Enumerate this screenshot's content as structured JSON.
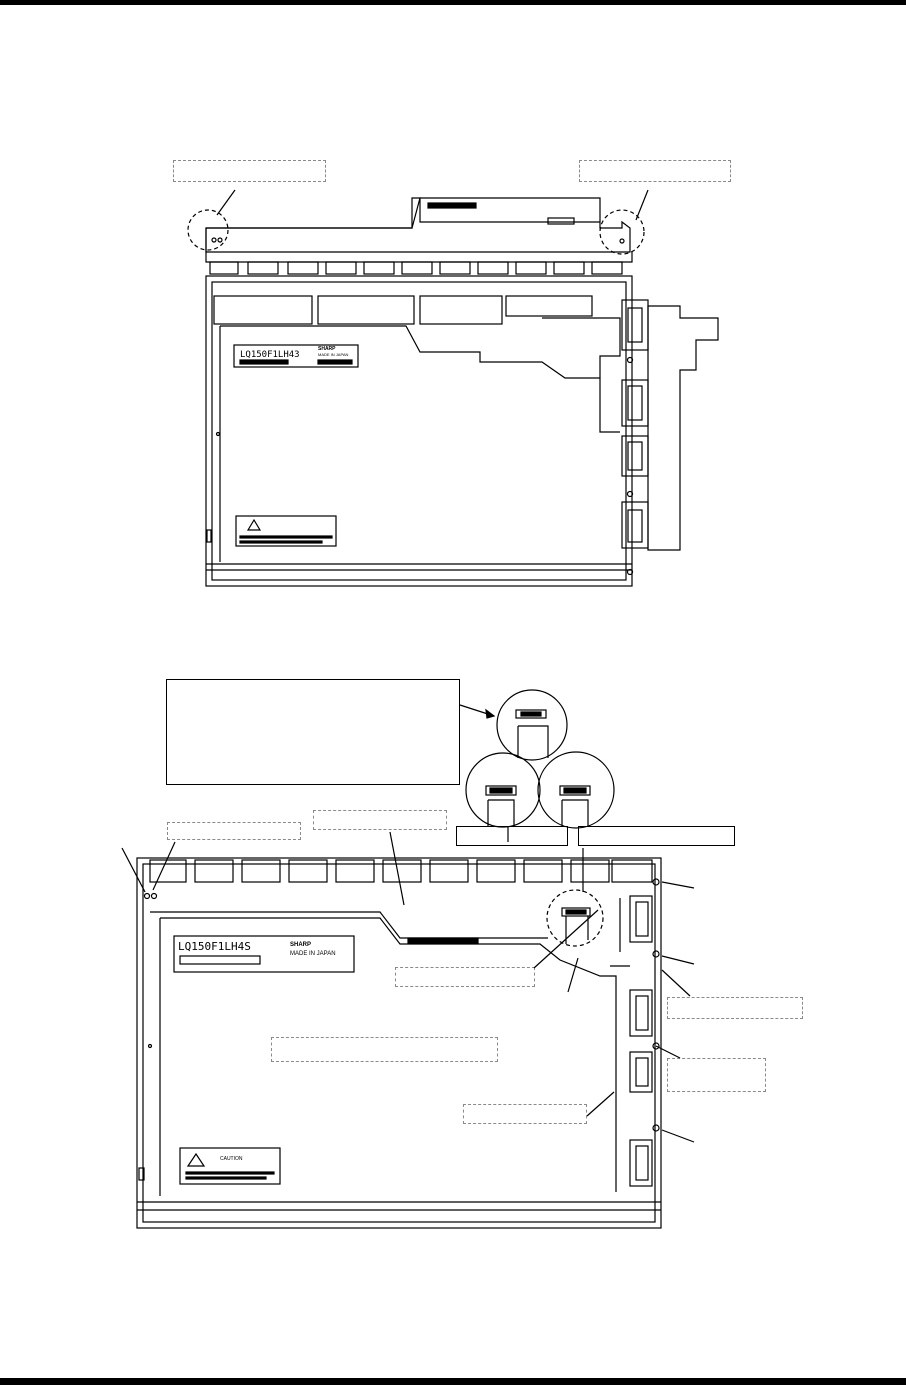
{
  "upper_figure": {
    "model_label": "LQ150F1LH43",
    "maker": "SHARP",
    "made_in": "MADE IN JAPAN"
  },
  "lower_figure": {
    "model_label": "LQ150F1LH4S",
    "maker": "SHARP",
    "made_in": "MADE IN JAPAN",
    "caution": "CAUTION"
  },
  "colors": {
    "ink": "#000000",
    "callout_border": "#8a8a8a"
  }
}
